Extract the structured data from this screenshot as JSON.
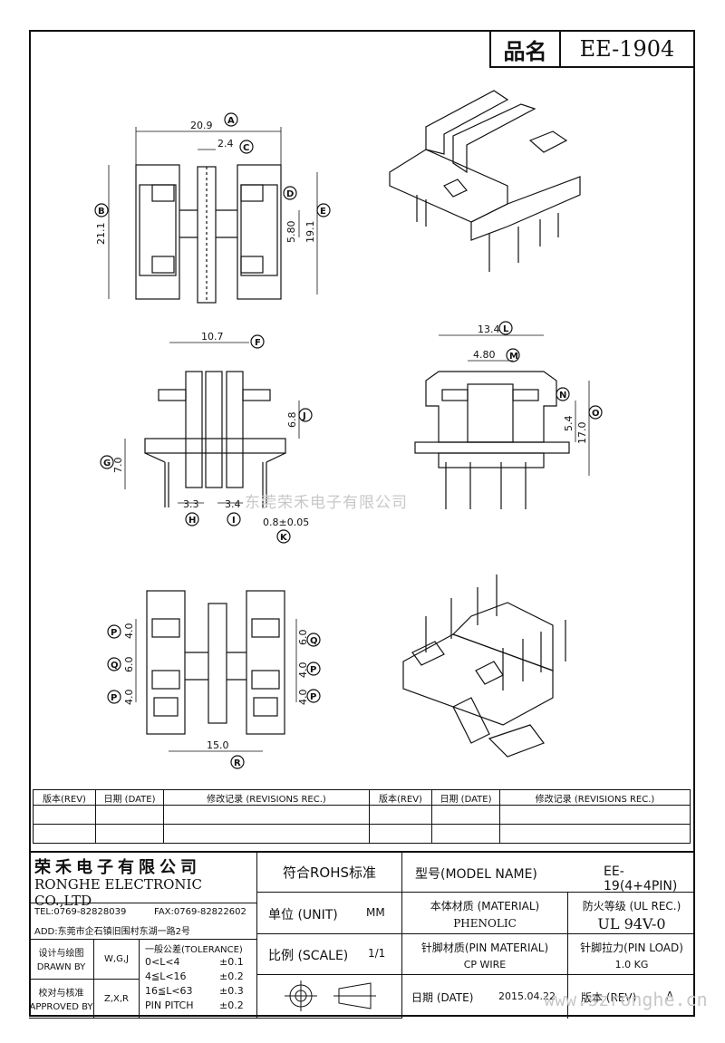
{
  "header": {
    "name_label": "品名",
    "part_no": "EE-1904"
  },
  "dimensions": {
    "A": "20.9",
    "C": "2.4",
    "B": "21.1",
    "D": "5.80",
    "E": "19.1",
    "F": "10.7",
    "J": "6.8",
    "G": "7.0",
    "H": "3.3",
    "I": "3.4",
    "K": "0.8±0.05",
    "L": "13.4",
    "M": "4.80",
    "N": "5.4",
    "O": "17.0",
    "P1": "4.0",
    "Q1": "6.0",
    "P2": "4.0",
    "Q2": "6.0",
    "P3": "4.0",
    "P4": "4.0",
    "R": "15.0"
  },
  "dim_letters": {
    "A": "A",
    "B": "B",
    "C": "C",
    "D": "D",
    "E": "E",
    "F": "F",
    "G": "G",
    "H": "H",
    "I": "I",
    "J": "J",
    "K": "K",
    "L": "L",
    "M": "M",
    "N": "N",
    "O": "O",
    "P": "P",
    "Q": "Q",
    "R": "R"
  },
  "watermark": "东莞荣禾电子有限公司",
  "watermark_url": "www.szronghe.cn",
  "revisions": {
    "headers": [
      "版本(REV)",
      "日期 (DATE)",
      "修改记录 (REVISIONS REC.)",
      "版本(REV)",
      "日期 (DATE)",
      "修改记录 (REVISIONS REC.)"
    ]
  },
  "title_block": {
    "company_cn": "荣禾电子有限公司",
    "company_en": "RONGHE ELECTRONIC CO.,LTD",
    "tel": "TEL:0769-82828039",
    "fax": "FAX:0769-82822602",
    "address": "ADD:东莞市企石镇旧围村东湖一路2号",
    "rohs": "符合ROHS标准",
    "model_label": "型号(MODEL NAME)",
    "model_value": "EE-19(4+4PIN)",
    "unit_label": "单位 (UNIT)",
    "unit_value": "MM",
    "material_label": "本体材质 (MATERIAL)",
    "material_value": "PHENOLIC",
    "fire_label": "防火等级 (UL REC.)",
    "fire_value": "UL 94V-0",
    "scale_label": "比例 (SCALE)",
    "scale_value": "1/1",
    "pin_mat_label": "针脚材质(PIN MATERIAL)",
    "pin_mat_value": "CP WIRE",
    "pin_load_label": "针脚拉力(PIN LOAD)",
    "pin_load_value": "1.0 KG",
    "design_label": "设计与绘图",
    "drawn_by_label": "DRAWN BY",
    "drawn_by_value": "W,G,J",
    "check_label": "校对与核准",
    "approved_label": "APPROVED BY",
    "approved_value": "Z,X,R",
    "tol_title": "一般公差(TOLERANCE)",
    "tol_rows": [
      {
        "range": "0<L<4",
        "tol": "±0.1"
      },
      {
        "range": "4≦L<16",
        "tol": "±0.2"
      },
      {
        "range": "16≦L<63",
        "tol": "±0.3"
      },
      {
        "range": "PIN PITCH",
        "tol": "±0.2"
      }
    ],
    "date_label": "日期 (DATE)",
    "date_value": "2015.04.22",
    "version_label": "版本 (REV)",
    "version_value": "A"
  }
}
